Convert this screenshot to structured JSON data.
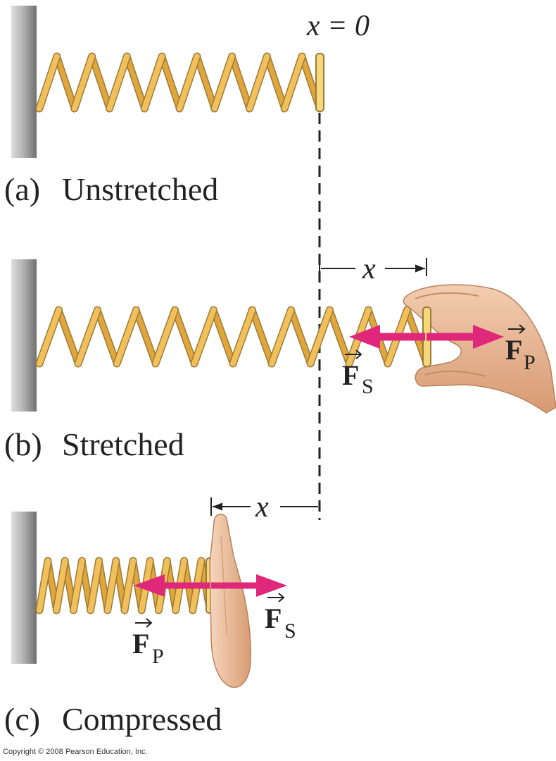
{
  "equilibrium_label": "x = 0",
  "panels": [
    {
      "letter": "(a)",
      "caption": "Unstretched"
    },
    {
      "letter": "(b)",
      "caption": "Stretched",
      "displacement_label": "x",
      "force_pull_symbol": "F",
      "force_pull_subscript": "P",
      "force_spring_symbol": "F",
      "force_spring_subscript": "S"
    },
    {
      "letter": "(c)",
      "caption": "Compressed",
      "displacement_label": "x",
      "force_pull_symbol": "F",
      "force_pull_subscript": "P",
      "force_spring_symbol": "F",
      "force_spring_subscript": "S"
    }
  ],
  "copyright": "Copyright © 2008 Pearson Education, Inc.",
  "colors": {
    "spring_fill": "#f2c05a",
    "spring_back": "#e0a63c",
    "spring_outline": "#9a7a3a",
    "force_arrow": "#e0287a",
    "wall": "#9a9a9a",
    "skin": "#e9b48f"
  }
}
